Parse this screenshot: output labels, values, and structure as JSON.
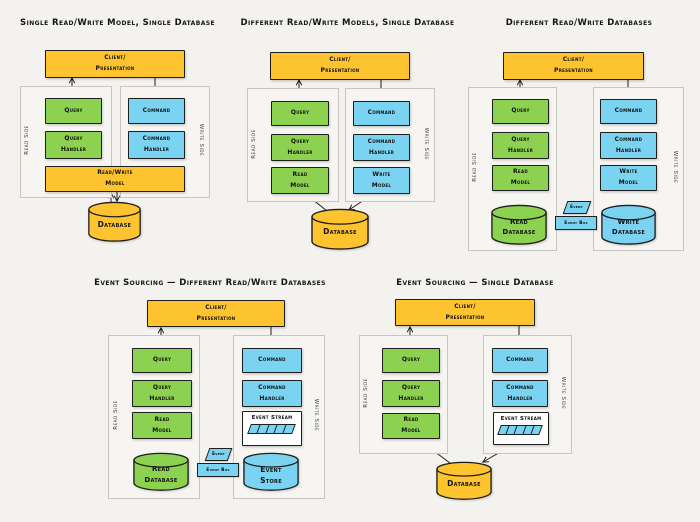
{
  "palette": {
    "background": "#f3f2ef",
    "yellow": "#fdc42f",
    "green": "#8cd14f",
    "blue": "#7ad3f1",
    "stroke": "#1e1e1e",
    "container_border": "#c7c6c1"
  },
  "diagrams": [
    {
      "title": "Single Read/Write Model, Single Database",
      "client": "Client/\nPresentation",
      "read_side": "Read Side",
      "write_side": "Write Side",
      "query": "Query",
      "query_handler": "Query\nHandler",
      "command": "Command",
      "command_handler": "Command\nHandler",
      "model": "Read/Write\nModel",
      "database": "Database"
    },
    {
      "title": "Different Read/Write Models, Single Database",
      "client": "Client/\nPresentation",
      "read_side": "Read Side",
      "write_side": "Write Side",
      "query": "Query",
      "query_handler": "Query\nHandler",
      "read_model": "Read\nModel",
      "command": "Command",
      "command_handler": "Command\nHandler",
      "write_model": "Write\nModel",
      "database": "Database"
    },
    {
      "title": "Different Read/Write Databases",
      "client": "Client/\nPresentation",
      "read_side": "Read Side",
      "write_side": "Write Side",
      "query": "Query",
      "query_handler": "Query\nHandler",
      "read_model": "Read\nModel",
      "read_database": "Read\nDatabase",
      "command": "Command",
      "command_handler": "Command\nHandler",
      "write_model": "Write\nModel",
      "write_database": "Write\nDatabase",
      "event": "Event",
      "event_bus": "Event Bus"
    },
    {
      "title": "Event Sourcing — Different Read/Write Databases",
      "client": "Client/\nPresentation",
      "read_side": "Read Side",
      "write_side": "Write Side",
      "query": "Query",
      "query_handler": "Query\nHandler",
      "read_model": "Read\nModel",
      "read_database": "Read\nDatabase",
      "command": "Command",
      "command_handler": "Command\nHandler",
      "event_stream": "Event Stream",
      "event_store": "Event\nStore",
      "event": "Event",
      "event_bus": "Event Bus"
    },
    {
      "title": "Event Sourcing — Single Database",
      "client": "Client/\nPresentation",
      "read_side": "Read Side",
      "write_side": "Write Side",
      "query": "Query",
      "query_handler": "Query\nHandler",
      "read_model": "Read\nModel",
      "command": "Command",
      "command_handler": "Command\nHandler",
      "event_stream": "Event Stream",
      "database": "Database"
    }
  ]
}
